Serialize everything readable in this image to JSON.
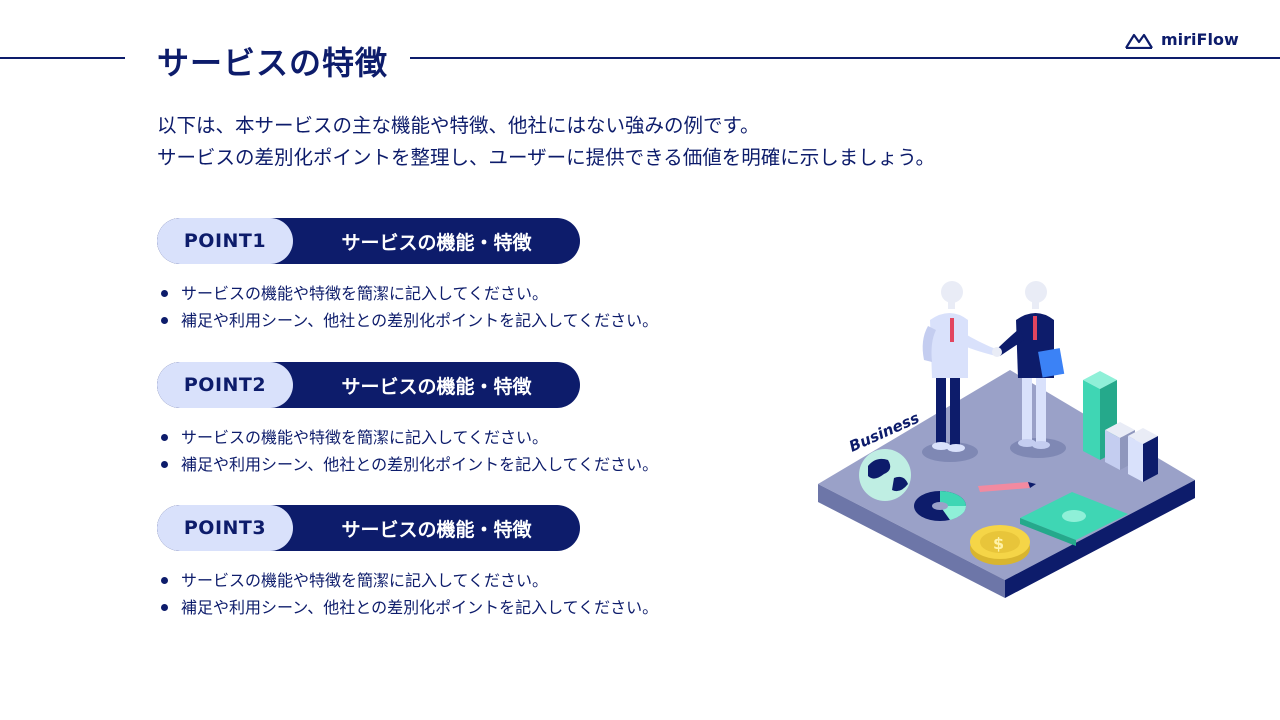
{
  "header": {
    "title": "サービスの特徴",
    "brand": "miriFlow"
  },
  "intro": [
    "以下は、本サービスの主な機能や特徴、他社にはない強みの例です。",
    "サービスの差別化ポイントを整理し、ユーザーに提供できる価値を明確に示しましょう。"
  ],
  "points": [
    {
      "tag": "POINT1",
      "label": "サービスの機能・特徴",
      "bullets": [
        "サービスの機能や特徴を簡潔に記入してください。",
        "補足や利用シーン、他社との差別化ポイントを記入してください。"
      ]
    },
    {
      "tag": "POINT2",
      "label": "サービスの機能・特徴",
      "bullets": [
        "サービスの機能や特徴を簡潔に記入してください。",
        "補足や利用シーン、他社との差別化ポイントを記入してください。"
      ]
    },
    {
      "tag": "POINT3",
      "label": "サービスの機能・特徴",
      "bullets": [
        "サービスの機能や特徴を簡潔に記入してください。",
        "補足や利用シーン、他社との差別化ポイントを記入してください。"
      ]
    }
  ],
  "illustration": {
    "sign_text": "Business"
  },
  "colors": {
    "primary": "#0d1c6b",
    "tag_bg": "#d9e1fb",
    "platform": "#8f97bd",
    "accent_green": "#3fd6b4",
    "accent_yellow": "#f5d547"
  }
}
